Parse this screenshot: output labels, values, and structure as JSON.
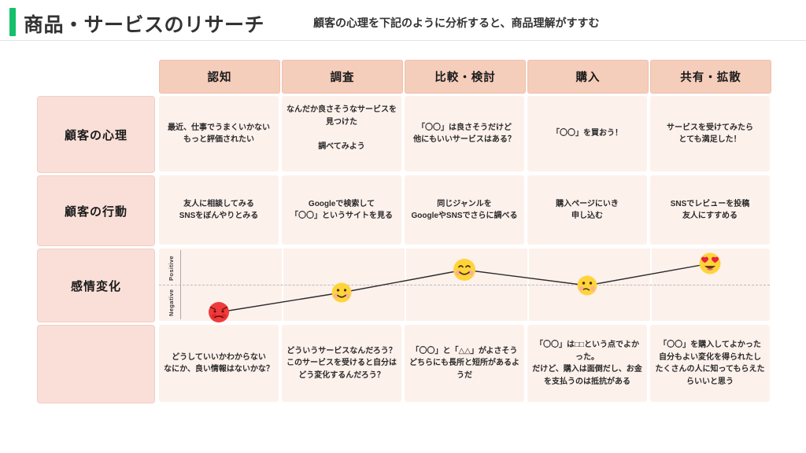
{
  "header": {
    "title": "商品・サービスのリサーチ",
    "subtitle": "顧客の心理を下記のように分析すると、商品理解がすすむ",
    "accent_color": "#16c06a"
  },
  "colors": {
    "col_header_bg": "#f5cdbb",
    "row_label_bg": "#f9dfd7",
    "cell_bg": "#fdf1ec",
    "line": "#2b2b2b"
  },
  "columns": [
    {
      "label": "認知"
    },
    {
      "label": "調査"
    },
    {
      "label": "比較・検討"
    },
    {
      "label": "購入"
    },
    {
      "label": "共有・拡散"
    }
  ],
  "rows": [
    {
      "label": "顧客の心理",
      "cells": [
        "最近、仕事でうまくいかない\nもっと評価されたい",
        "なんだか良さそうなサービスを\n見つけた\n\n調べてみよう",
        "「〇〇」は良さそうだけど\n他にもいいサービスはある？",
        "「〇〇」を買おう！",
        "サービスを受けてみたら\nとても満足した！"
      ]
    },
    {
      "label": "顧客の行動",
      "cells": [
        "友人に相談してみる\nSNSをぼんやりとみる",
        "Googleで検索して\n「〇〇」というサイトを見る",
        "同じジャンルを\nGoogleやSNSでさらに調べる",
        "購入ページにいき\n申し込む",
        "SNSでレビューを投稿\n友人にすすめる"
      ]
    },
    {
      "label": "感情変化",
      "cells": [
        "",
        "",
        "",
        "",
        ""
      ]
    },
    {
      "label": "",
      "cells": [
        "どうしていいかわからない\nなにか、良い情報はないかな？",
        "どういうサービスなんだろう？\nこのサービスを受けると自分は\nどう変化するんだろう？",
        "「〇〇」と「△△」がよさそう\nどちらにも長所と短所があるよ\nうだ",
        "「〇〇」は□□という点でよか\nった。\nだけど、購入は面倒だし、お金\nを支払うのは抵抗がある",
        "「〇〇」を購入してよかった\n自分もよい変化を得られたし\nたくさんの人に知ってもらえた\nらいいと思う"
      ]
    }
  ],
  "chart_data": {
    "type": "line",
    "title": "感情変化",
    "ylabel_top": "Positive",
    "ylabel_bottom": "Negative",
    "categories": [
      "認知",
      "調査",
      "比較・検討",
      "購入",
      "共有・拡散"
    ],
    "values": [
      -0.75,
      -0.1,
      0.55,
      0.2,
      0.85
    ],
    "point_markers": [
      "angry-face",
      "slight-smile-face",
      "smiling-face",
      "thinking-face",
      "heart-eyes-face"
    ],
    "ylim": [
      -1,
      1
    ],
    "grid": false,
    "midline": "dashed",
    "legend": "none"
  }
}
